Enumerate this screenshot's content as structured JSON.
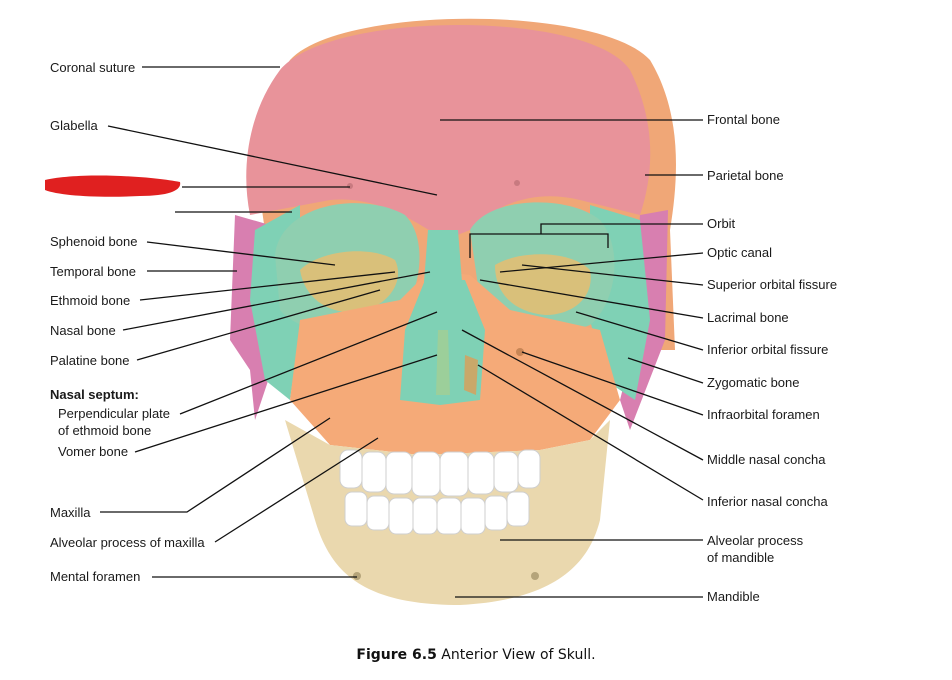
{
  "figure": {
    "caption_bold": "Figure 6.5",
    "caption_text": " Anterior View of Skull."
  },
  "labels_left": {
    "coronal_suture": "Coronal suture",
    "glabella": "Glabella",
    "sphenoid_bone": "Sphenoid bone",
    "temporal_bone": "Temporal bone",
    "ethmoid_bone": "Ethmoid bone",
    "nasal_bone": "Nasal bone",
    "palatine_bone": "Palatine bone",
    "nasal_septum": "Nasal septum:",
    "perpendicular_plate_line1": "Perpendicular plate",
    "perpendicular_plate_line2": "of ethmoid bone",
    "vomer_bone": "Vomer bone",
    "maxilla": "Maxilla",
    "alveolar_process_maxilla": "Alveolar process of maxilla",
    "mental_foramen": "Mental foramen"
  },
  "labels_right": {
    "frontal_bone": "Frontal bone",
    "parietal_bone": "Parietal bone",
    "orbit": "Orbit",
    "optic_canal": "Optic canal",
    "superior_orbital_fissure": "Superior orbital fissure",
    "lacrimal_bone": "Lacrimal bone",
    "inferior_orbital_fissure": "Inferior orbital fissure",
    "zygomatic_bone": "Zygomatic bone",
    "infraorbital_foramen": "Infraorbital foramen",
    "middle_nasal_concha": "Middle nasal concha",
    "inferior_nasal_concha": "Inferior nasal concha",
    "alveolar_process_mandible_line1": "Alveolar process",
    "alveolar_process_mandible_line2": "of mandible",
    "mandible": "Mandible"
  },
  "colors": {
    "frontal": "#e8939a",
    "parietal": "#f0a777",
    "sphenoid": "#7fd1b5",
    "temporal": "#d87fb0",
    "ethmoid": "#9ccf9a",
    "maxilla": "#f5aa78",
    "mandible": "#ead8ae",
    "orbit_floor": "#d9c07a",
    "teeth": "#ffffff",
    "redaction": "#e02020"
  }
}
